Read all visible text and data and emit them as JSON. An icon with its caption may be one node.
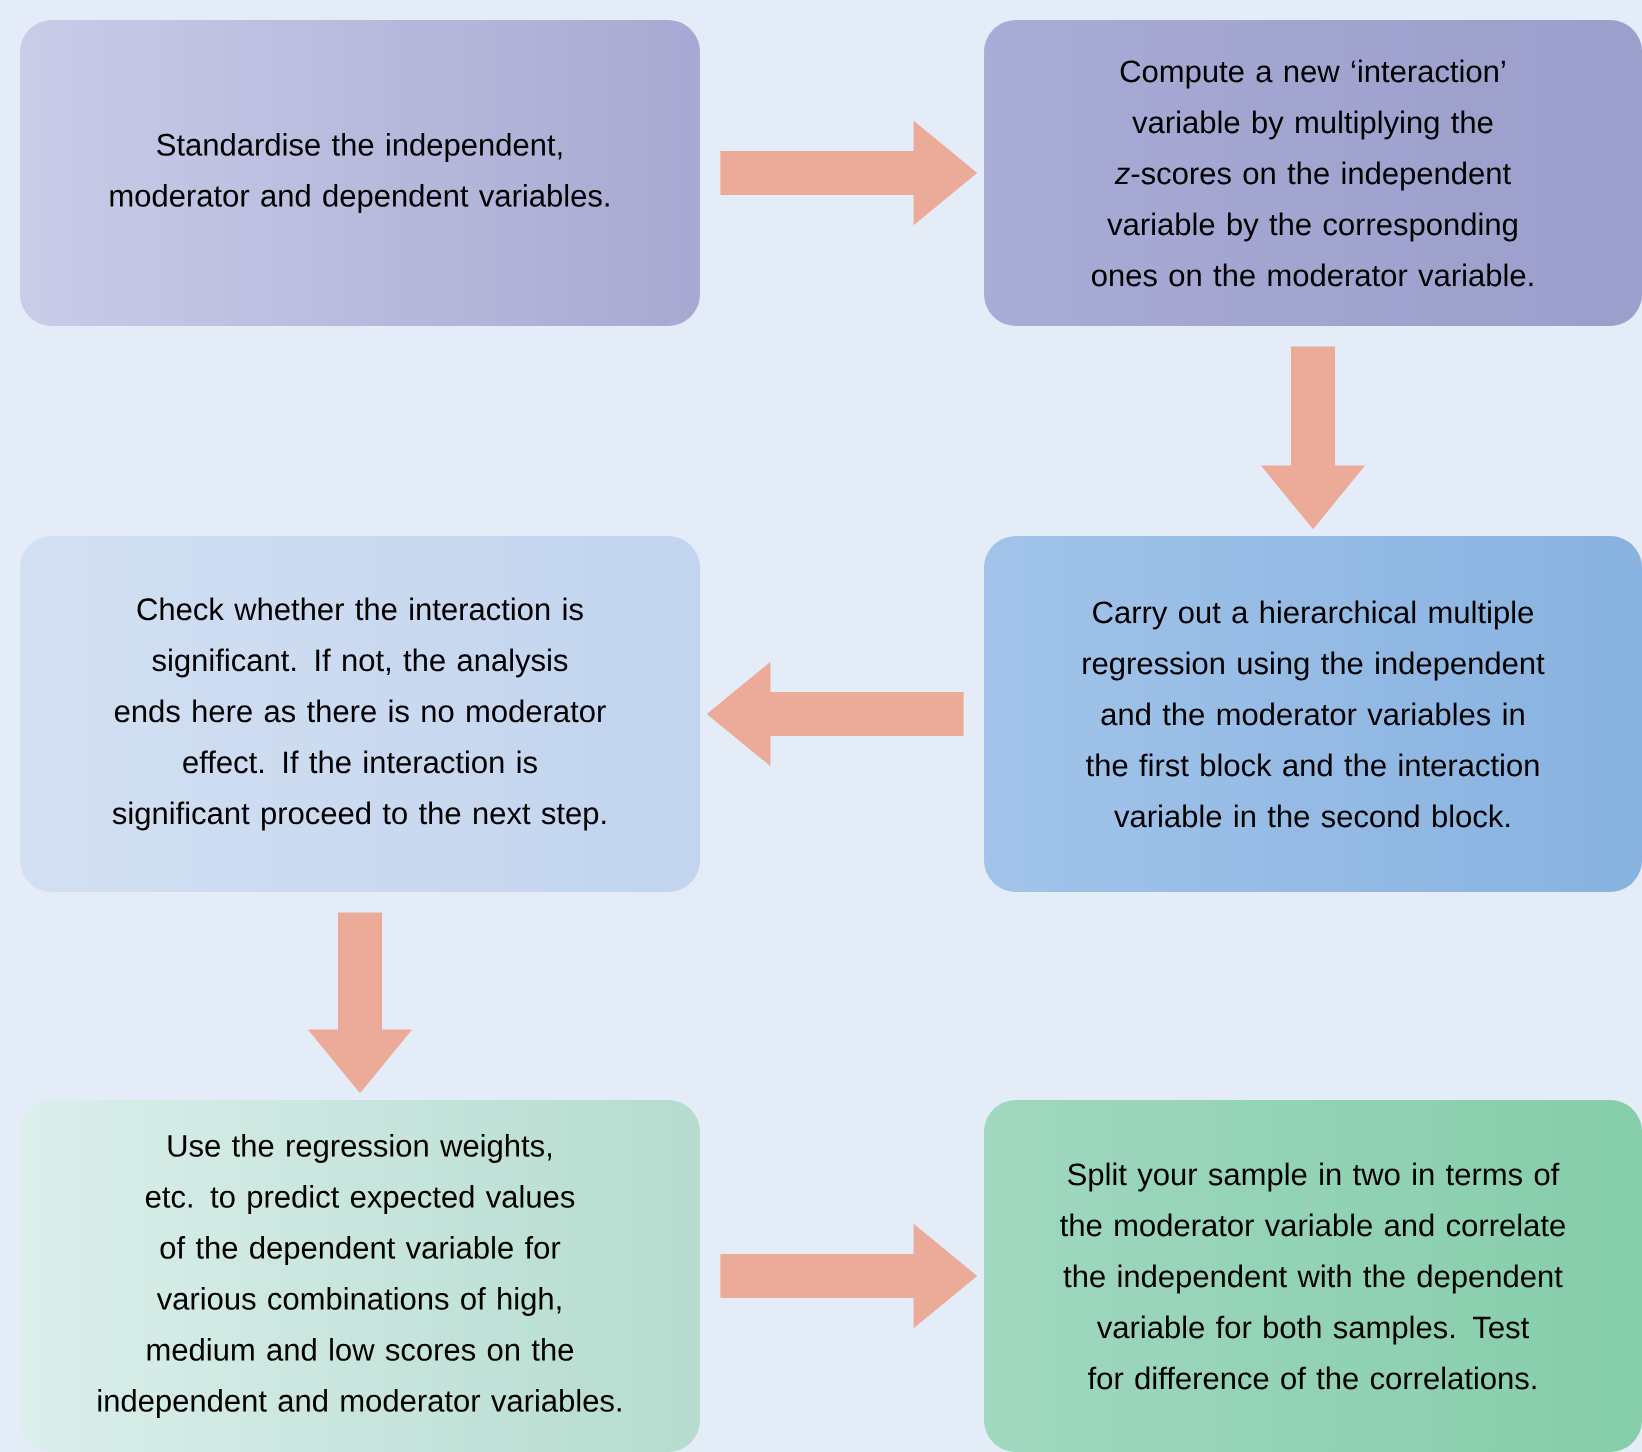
{
  "diagram": {
    "nodes": [
      {
        "text": [
          "Standardise the independent, moderator and dependent variables."
        ]
      },
      {
        "text": [
          "Compute a new ‘interaction’ variable by multiplying the *z*-scores on the independent variable by the corresponding ones on the moderator variable."
        ]
      },
      {
        "text": [
          "Check whether the interaction is significant. If not, the analysis ends here as there is no moderator effect. If the interaction is significant proceed to the next step."
        ]
      },
      {
        "text": [
          "Carry out a hierarchical multiple regression using the independent and the moderator variables in the first block and the interaction variable in the second block."
        ]
      },
      {
        "text": [
          "Use the regression weights, etc. to predict expected values of the dependent variable for various combinations of high, medium and low scores on the independent and moderator variables."
        ]
      },
      {
        "text": [
          "Split your sample in two in terms of the moderator variable and correlate the independent with the dependent variable for both samples. Test for difference of the correlations."
        ]
      }
    ],
    "edges": [
      {
        "from": 0,
        "to": 1,
        "arrow": "to"
      },
      {
        "from": 1,
        "to": 3,
        "arrow": "to"
      },
      {
        "from": 3,
        "to": 2,
        "arrow": "to"
      },
      {
        "from": 2,
        "to": 4,
        "arrow": "to"
      },
      {
        "from": 4,
        "to": 5,
        "arrow": "to"
      }
    ]
  }
}
